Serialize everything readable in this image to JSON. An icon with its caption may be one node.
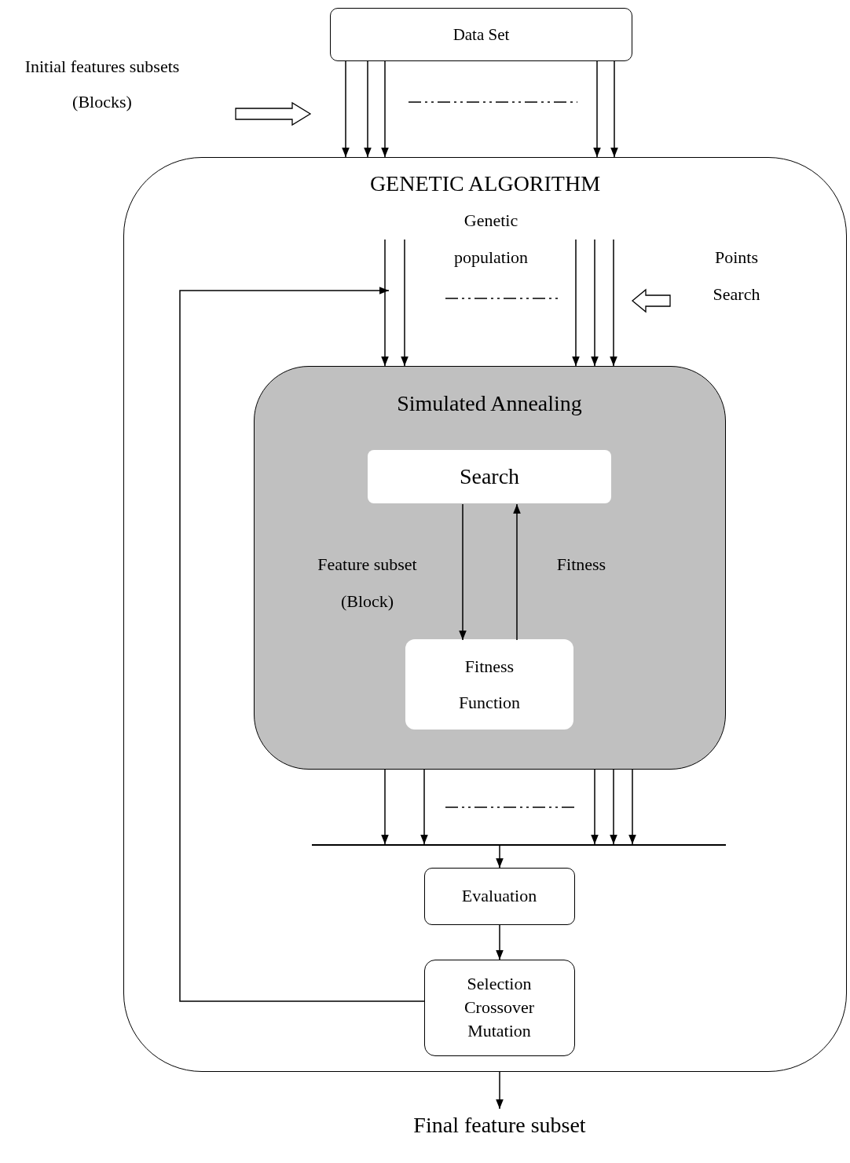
{
  "diagram": {
    "nodes": [
      {
        "text": [
          "Data Set"
        ]
      },
      {
        "text": [
          "GENETIC ALGORITHM"
        ]
      },
      {
        "text": [
          "Simulated Annealing"
        ],
        "in": 1
      },
      {
        "text": [
          "Search"
        ],
        "in": 2
      },
      {
        "text": [
          "Fitness Function"
        ],
        "in": 2
      },
      {
        "text": [
          "Evaluation"
        ],
        "in": 1
      },
      {
        "text": [
          "Selection Crossover Mutation"
        ],
        "in": 1
      },
      {
        "text": [
          "Final feature subset"
        ]
      },
      {
        "text": [],
        "shape": "bar",
        "in": 1
      }
    ],
    "edges": [
      {
        "from": 0,
        "to": 1,
        "arrow": "to"
      },
      {
        "from": 0,
        "to": 1,
        "arrow": "to"
      },
      {
        "from": 0,
        "to": 1,
        "arrow": "to"
      },
      {
        "from": 0,
        "to": 1,
        "arrow": "to"
      },
      {
        "from": 0,
        "to": 1,
        "arrow": "to"
      },
      {
        "from": null,
        "to": 2,
        "arrow": "to"
      },
      {
        "from": null,
        "to": 2,
        "arrow": "to"
      },
      {
        "from": null,
        "to": 2,
        "arrow": "to"
      },
      {
        "from": null,
        "to": 2,
        "arrow": "to"
      },
      {
        "from": null,
        "to": 2,
        "arrow": "to"
      },
      {
        "from": 3,
        "to": 4,
        "arrow": "to",
        "label": "Feature subset (Block)"
      },
      {
        "from": 4,
        "to": 3,
        "arrow": "to",
        "label": "Fitness"
      },
      {
        "from": 2,
        "to": 8,
        "arrow": "to"
      },
      {
        "from": 2,
        "to": 8,
        "arrow": "to"
      },
      {
        "from": 2,
        "to": 8,
        "arrow": "to"
      },
      {
        "from": 2,
        "to": 8,
        "arrow": "to"
      },
      {
        "from": 2,
        "to": 8,
        "arrow": "to"
      },
      {
        "from": 8,
        "to": 5,
        "arrow": "to"
      },
      {
        "from": 5,
        "to": 6,
        "arrow": "to"
      },
      {
        "from": 6,
        "to": null,
        "arrow": "to"
      },
      {
        "from": 1,
        "to": 7,
        "arrow": "to"
      }
    ],
    "labels": [
      "Initial features subsets (Blocks)",
      "Genetic population",
      "Points Search"
    ]
  }
}
